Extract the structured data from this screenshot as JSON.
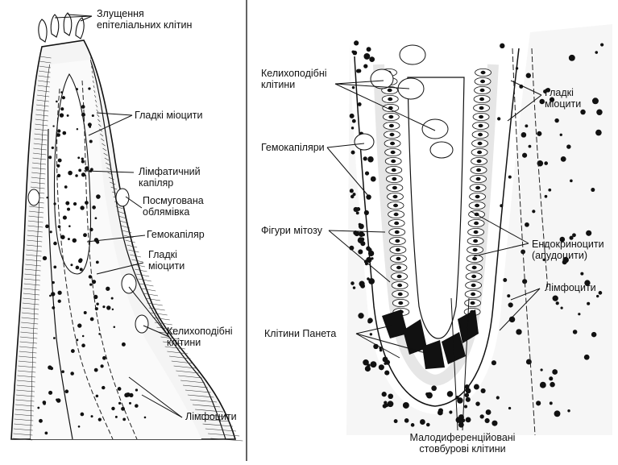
{
  "left_panel": {
    "labels": {
      "sloughed": [
        "Злущення",
        "епітеліальних клітин"
      ],
      "smooth_myocytes_1": [
        "Гладкі міоцити"
      ],
      "lymph_capillary": [
        "Лімфатичний",
        "капіляр"
      ],
      "striated_border": [
        "Посмугована",
        "облямівка"
      ],
      "hemocapillary": [
        "Гемокапіляр"
      ],
      "smooth_myocytes_2": [
        "Гладкі",
        "міоцити"
      ],
      "goblet_cells": [
        "Келихоподібні",
        "клітини"
      ],
      "lymphocytes": [
        "Лімфоцити"
      ]
    }
  },
  "right_panel": {
    "labels": {
      "goblet_cells": [
        "Келихоподібні",
        "клітини"
      ],
      "hemocapillaries": [
        "Гемокапіляри"
      ],
      "mitosis_figures": [
        "Фігури мітозу"
      ],
      "paneth_cells": [
        "Клітини Панета"
      ],
      "smooth_myocytes": [
        "Гладкі",
        "міоцити"
      ],
      "endocrinocytes": [
        "Ендокриноцити",
        "(апудоцити)"
      ],
      "lymphocytes": [
        "Лімфоцити"
      ],
      "stem_cells": [
        "Малодиференційовані",
        "стовбурові клітини"
      ]
    }
  },
  "colors": {
    "ink": "#111111",
    "background": "#ffffff"
  }
}
